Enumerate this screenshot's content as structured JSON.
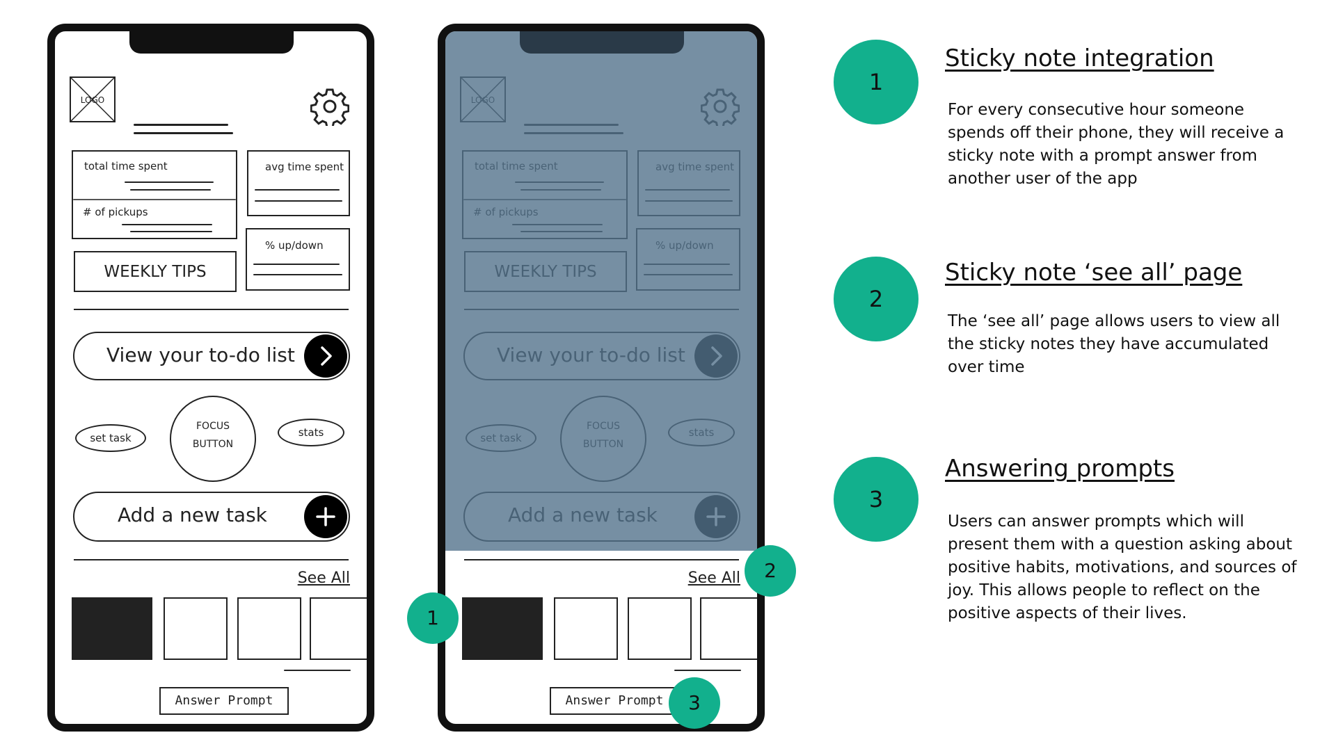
{
  "logo_text": "LOGO",
  "cards": {
    "total_time": "total time spent",
    "pickups": "# of pickups",
    "avg_time": "avg time spent",
    "percent": "% up/down",
    "weekly_tips": "WEEKLY TIPS"
  },
  "todo_label": "View your to-do list",
  "set_task": "set task",
  "focus_line1": "FOCUS",
  "focus_line2": "BUTTON",
  "stats": "stats",
  "add_task_label": "Add a new task",
  "see_all": "See All",
  "answer_prompt": "Answer Prompt",
  "icons": {
    "settings": "gear-icon",
    "todo": "chevron-right-icon",
    "add": "plus-icon",
    "logo": "logo-placeholder-icon"
  },
  "colors": {
    "badge": "#12b08d",
    "overlay": "#54738c",
    "ink": "#222222"
  },
  "badges": {
    "one": "1",
    "two": "2",
    "three": "3"
  },
  "info": [
    {
      "number": "1",
      "title": "Sticky note integration",
      "text": "For every consecutive hour someone spends off their phone, they will receive a sticky note with a prompt answer from another user of the app"
    },
    {
      "number": "2",
      "title": "Sticky note ‘see all’ page",
      "text": "The ‘see all’ page allows users to view all the sticky notes they have accumulated over time"
    },
    {
      "number": "3",
      "title": "Answering prompts",
      "text": "Users can answer prompts which will present them with a question asking about positive habits, motivations, and sources of joy. This allows people to reflect on the positive aspects of their lives."
    }
  ]
}
